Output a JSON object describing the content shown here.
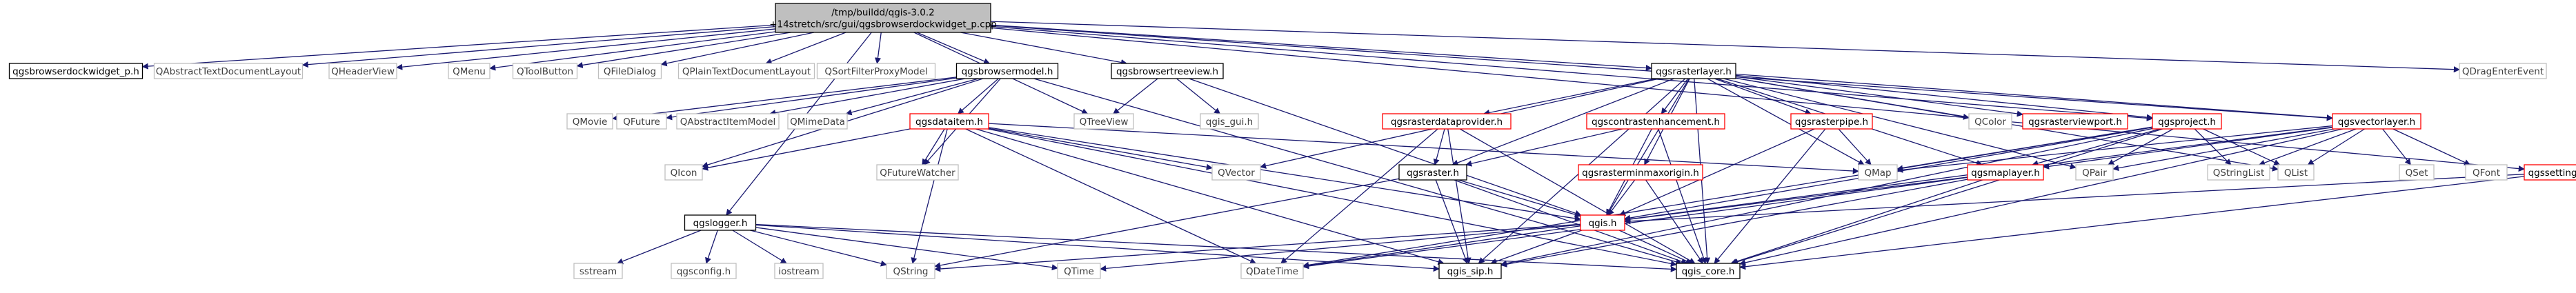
{
  "colors": {
    "edge": "#191970",
    "root_fill": "#bfbfbf",
    "node_border_black": "#000000",
    "node_border_red": "#ff0000",
    "node_border_gray": "#bfbfbf",
    "text": "#000000",
    "text_gray": "#404040"
  },
  "nodes": [
    {
      "id": "root",
      "label": "/tmp/buildd/qgis-3.0.2\n+14stretch/src/gui/qgsbrowserdockwidget_p.cpp",
      "style": "root"
    },
    {
      "id": "dock_p_h",
      "label": "qgsbrowserdockwidget_p.h",
      "style": "black"
    },
    {
      "id": "QAbstractTextDocumentLayout",
      "label": "QAbstractTextDocumentLayout",
      "style": "gray"
    },
    {
      "id": "QHeaderView",
      "label": "QHeaderView",
      "style": "gray"
    },
    {
      "id": "QMenu",
      "label": "QMenu",
      "style": "gray"
    },
    {
      "id": "QToolButton",
      "label": "QToolButton",
      "style": "gray"
    },
    {
      "id": "QFileDialog",
      "label": "QFileDialog",
      "style": "gray"
    },
    {
      "id": "QPlainTextDocumentLayout",
      "label": "QPlainTextDocumentLayout",
      "style": "gray"
    },
    {
      "id": "QSortFilterProxyModel",
      "label": "QSortFilterProxyModel",
      "style": "gray"
    },
    {
      "id": "browsermodel",
      "label": "qgsbrowsermodel.h",
      "style": "black"
    },
    {
      "id": "browsertreeview",
      "label": "qgsbrowsertreeview.h",
      "style": "black"
    },
    {
      "id": "rasterlayer",
      "label": "qgsrasterlayer.h",
      "style": "black"
    },
    {
      "id": "QDragEnterEvent",
      "label": "QDragEnterEvent",
      "style": "gray"
    },
    {
      "id": "QMovie",
      "label": "QMovie",
      "style": "gray"
    },
    {
      "id": "QFuture",
      "label": "QFuture",
      "style": "gray"
    },
    {
      "id": "QAbstractItemModel",
      "label": "QAbstractItemModel",
      "style": "gray"
    },
    {
      "id": "QMimeData",
      "label": "QMimeData",
      "style": "gray"
    },
    {
      "id": "dataitem",
      "label": "qgsdataitem.h",
      "style": "red"
    },
    {
      "id": "QTreeView",
      "label": "QTreeView",
      "style": "gray"
    },
    {
      "id": "gui_h",
      "label": "qgis_gui.h",
      "style": "gray"
    },
    {
      "id": "rasterdataprovider",
      "label": "qgsrasterdataprovider.h",
      "style": "red"
    },
    {
      "id": "contrastenhancement",
      "label": "qgscontrastenhancement.h",
      "style": "red"
    },
    {
      "id": "rasterpipe",
      "label": "qgsrasterpipe.h",
      "style": "red"
    },
    {
      "id": "QColor",
      "label": "QColor",
      "style": "gray"
    },
    {
      "id": "rasterviewport",
      "label": "qgsrasterviewport.h",
      "style": "red"
    },
    {
      "id": "project",
      "label": "qgsproject.h",
      "style": "red"
    },
    {
      "id": "vectorlayer",
      "label": "qgsvectorlayer.h",
      "style": "red"
    },
    {
      "id": "QIcon",
      "label": "QIcon",
      "style": "gray"
    },
    {
      "id": "QFutureWatcher",
      "label": "QFutureWatcher",
      "style": "gray"
    },
    {
      "id": "QVector",
      "label": "QVector",
      "style": "gray"
    },
    {
      "id": "raster_h",
      "label": "qgsraster.h",
      "style": "black"
    },
    {
      "id": "minmaxorigin",
      "label": "qgsrasterminmaxorigin.h",
      "style": "red"
    },
    {
      "id": "QMap",
      "label": "QMap",
      "style": "gray"
    },
    {
      "id": "maplayer",
      "label": "qgsmaplayer.h",
      "style": "red"
    },
    {
      "id": "QPair",
      "label": "QPair",
      "style": "gray"
    },
    {
      "id": "QStringList",
      "label": "QStringList",
      "style": "gray"
    },
    {
      "id": "QList",
      "label": "QList",
      "style": "gray"
    },
    {
      "id": "QSet",
      "label": "QSet",
      "style": "gray"
    },
    {
      "id": "QFont",
      "label": "QFont",
      "style": "gray"
    },
    {
      "id": "settings",
      "label": "qgssettings.h",
      "style": "red"
    },
    {
      "id": "logger",
      "label": "qgslogger.h",
      "style": "black"
    },
    {
      "id": "qgis_h",
      "label": "qgis.h",
      "style": "red"
    },
    {
      "id": "sstream",
      "label": "sstream",
      "style": "gray"
    },
    {
      "id": "qgsconfig",
      "label": "qgsconfig.h",
      "style": "gray"
    },
    {
      "id": "iostream",
      "label": "iostream",
      "style": "gray"
    },
    {
      "id": "QString",
      "label": "QString",
      "style": "gray"
    },
    {
      "id": "QTime",
      "label": "QTime",
      "style": "gray"
    },
    {
      "id": "QDateTime",
      "label": "QDateTime",
      "style": "gray"
    },
    {
      "id": "qgis_sip",
      "label": "qgis_sip.h",
      "style": "black"
    },
    {
      "id": "qgis_core",
      "label": "qgis_core.h",
      "style": "black"
    }
  ],
  "edges": [
    [
      "root",
      "dock_p_h"
    ],
    [
      "root",
      "QAbstractTextDocumentLayout"
    ],
    [
      "root",
      "QHeaderView"
    ],
    [
      "root",
      "QMenu"
    ],
    [
      "root",
      "QToolButton"
    ],
    [
      "root",
      "QFileDialog"
    ],
    [
      "root",
      "QPlainTextDocumentLayout"
    ],
    [
      "root",
      "QSortFilterProxyModel"
    ],
    [
      "root",
      "browsermodel"
    ],
    [
      "root",
      "browsertreeview"
    ],
    [
      "root",
      "rasterlayer"
    ],
    [
      "root",
      "QDragEnterEvent"
    ],
    [
      "root",
      "logger"
    ],
    [
      "root",
      "settings"
    ],
    [
      "root",
      "vectorlayer"
    ],
    [
      "root",
      "project"
    ],
    [
      "root",
      "QTreeView"
    ],
    [
      "browsermodel",
      "QMovie"
    ],
    [
      "browsermodel",
      "QFuture"
    ],
    [
      "browsermodel",
      "QAbstractItemModel"
    ],
    [
      "browsermodel",
      "QMimeData"
    ],
    [
      "browsermodel",
      "dataitem"
    ],
    [
      "browsermodel",
      "QIcon"
    ],
    [
      "browsermodel",
      "QFutureWatcher"
    ],
    [
      "browsermodel",
      "qgis_core"
    ],
    [
      "browsertreeview",
      "QTreeView"
    ],
    [
      "browsertreeview",
      "gui_h"
    ],
    [
      "browsertreeview",
      "qgis_h"
    ],
    [
      "rasterlayer",
      "rasterdataprovider"
    ],
    [
      "rasterlayer",
      "contrastenhancement"
    ],
    [
      "rasterlayer",
      "rasterpipe"
    ],
    [
      "rasterlayer",
      "QColor"
    ],
    [
      "rasterlayer",
      "rasterviewport"
    ],
    [
      "rasterlayer",
      "project"
    ],
    [
      "rasterlayer",
      "vectorlayer"
    ],
    [
      "rasterlayer",
      "QVector"
    ],
    [
      "rasterlayer",
      "raster_h"
    ],
    [
      "rasterlayer",
      "minmaxorigin"
    ],
    [
      "rasterlayer",
      "QMap"
    ],
    [
      "rasterlayer",
      "maplayer"
    ],
    [
      "rasterlayer",
      "QPair"
    ],
    [
      "rasterlayer",
      "QList"
    ],
    [
      "rasterlayer",
      "qgis_h"
    ],
    [
      "rasterlayer",
      "qgis_sip"
    ],
    [
      "rasterlayer",
      "qgis_core"
    ],
    [
      "dataitem",
      "QIcon"
    ],
    [
      "dataitem",
      "QFutureWatcher"
    ],
    [
      "dataitem",
      "QVector"
    ],
    [
      "dataitem",
      "QMap"
    ],
    [
      "dataitem",
      "qgis_h"
    ],
    [
      "dataitem",
      "QString"
    ],
    [
      "dataitem",
      "QDateTime"
    ],
    [
      "dataitem",
      "qgis_sip"
    ],
    [
      "dataitem",
      "qgis_core"
    ],
    [
      "rasterdataprovider",
      "raster_h"
    ],
    [
      "rasterdataprovider",
      "qgis_sip"
    ],
    [
      "rasterdataprovider",
      "QDateTime"
    ],
    [
      "rasterdataprovider",
      "qgis_core"
    ],
    [
      "contrastenhancement",
      "raster_h"
    ],
    [
      "contrastenhancement",
      "qgis_h"
    ],
    [
      "contrastenhancement",
      "qgis_core"
    ],
    [
      "rasterpipe",
      "QMap"
    ],
    [
      "rasterpipe",
      "qgis_h"
    ],
    [
      "rasterpipe",
      "qgis_core"
    ],
    [
      "project",
      "QStringList"
    ],
    [
      "project",
      "QList"
    ],
    [
      "project",
      "QPair"
    ],
    [
      "project",
      "QMap"
    ],
    [
      "project",
      "maplayer"
    ],
    [
      "project",
      "qgis_h"
    ],
    [
      "project",
      "qgis_sip"
    ],
    [
      "project",
      "qgis_core"
    ],
    [
      "project",
      "QDateTime"
    ],
    [
      "vectorlayer",
      "QMap"
    ],
    [
      "vectorlayer",
      "QSet"
    ],
    [
      "vectorlayer",
      "QList"
    ],
    [
      "vectorlayer",
      "QStringList"
    ],
    [
      "vectorlayer",
      "QFont"
    ],
    [
      "vectorlayer",
      "maplayer"
    ],
    [
      "vectorlayer",
      "qgis_h"
    ],
    [
      "vectorlayer",
      "qgis_core"
    ],
    [
      "vectorlayer",
      "QPair"
    ],
    [
      "raster_h",
      "qgis_h"
    ],
    [
      "raster_h",
      "qgis_sip"
    ],
    [
      "raster_h",
      "qgis_core"
    ],
    [
      "raster_h",
      "QString"
    ],
    [
      "minmaxorigin",
      "qgis_h"
    ],
    [
      "minmaxorigin",
      "qgis_core"
    ],
    [
      "maplayer",
      "qgis_h"
    ],
    [
      "maplayer",
      "qgis_core"
    ],
    [
      "maplayer",
      "QDateTime"
    ],
    [
      "maplayer",
      "qgis_sip"
    ],
    [
      "settings",
      "qgis_h"
    ],
    [
      "settings",
      "qgis_core"
    ],
    [
      "logger",
      "sstream"
    ],
    [
      "logger",
      "qgsconfig"
    ],
    [
      "logger",
      "iostream"
    ],
    [
      "logger",
      "QString"
    ],
    [
      "logger",
      "QTime"
    ],
    [
      "logger",
      "qgis_core"
    ],
    [
      "logger",
      "qgis_sip"
    ],
    [
      "qgis_h",
      "QString"
    ],
    [
      "qgis_h",
      "QTime"
    ],
    [
      "qgis_h",
      "QDateTime"
    ],
    [
      "qgis_h",
      "qgis_sip"
    ],
    [
      "qgis_h",
      "qgis_core"
    ]
  ]
}
